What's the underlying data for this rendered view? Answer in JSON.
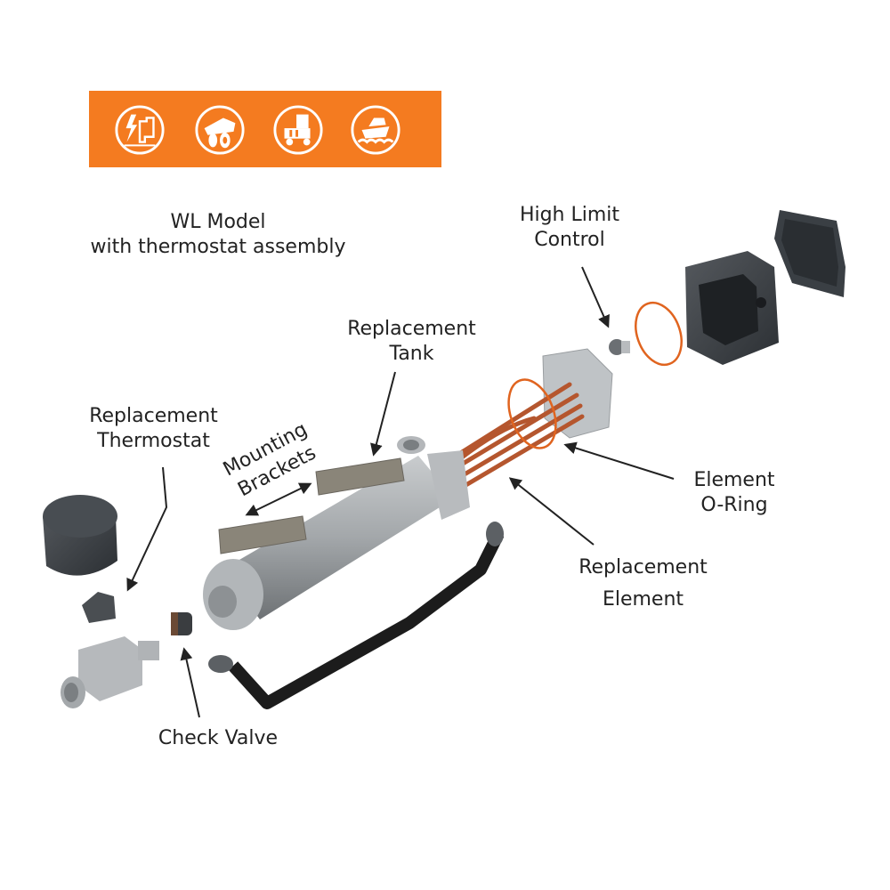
{
  "banner": {
    "background_color": "#f47b20",
    "icons": [
      {
        "name": "power-generation-icon"
      },
      {
        "name": "mining-truck-icon"
      },
      {
        "name": "semi-truck-icon"
      },
      {
        "name": "marine-boat-icon"
      }
    ]
  },
  "title": {
    "line1": "WL Model",
    "line2": "with thermostat assembly"
  },
  "labels": {
    "high_limit_control": {
      "line1": "High Limit",
      "line2": "Control"
    },
    "replacement_tank": {
      "line1": "Replacement",
      "line2": "Tank"
    },
    "mounting_brackets": {
      "line1": "Mounting",
      "line2": "Brackets"
    },
    "replacement_thermostat": {
      "line1": "Replacement",
      "line2": "Thermostat"
    },
    "element_o_ring": {
      "line1": "Element",
      "line2": "O-Ring"
    },
    "replacement_element": {
      "line1": "Replacement",
      "line2": "Element"
    },
    "check_valve": {
      "line1": "Check Valve"
    }
  },
  "colors": {
    "copper": "#b5562e",
    "o_ring": "#e0641f",
    "steel": "#a9adb1",
    "dark_housing": "#3d4348",
    "hose": "#1c1c1c"
  }
}
